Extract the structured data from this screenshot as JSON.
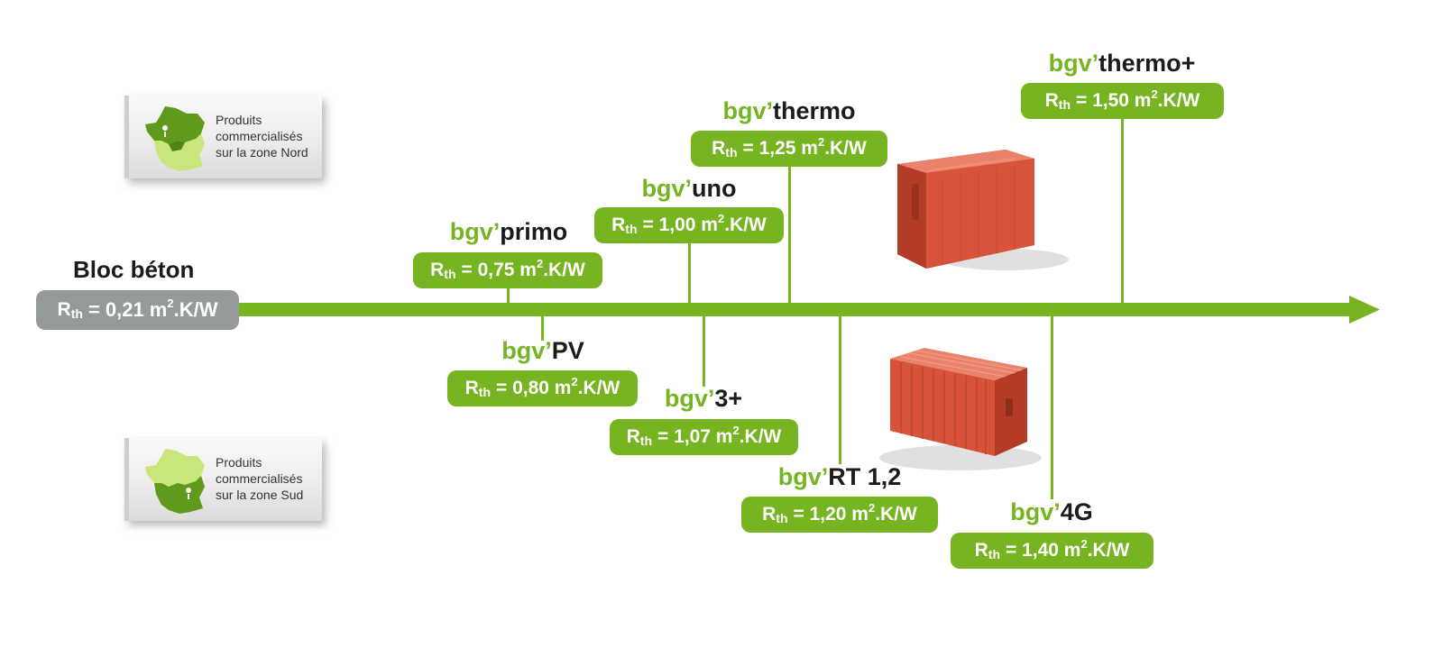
{
  "diagram": {
    "baseline": {
      "name": "Bloc béton",
      "r_symbol": "R",
      "r_subscript": "th",
      "value": "= 0,21 m",
      "unit_sup": "2",
      "unit_end": ".K/W"
    },
    "products_above": [
      {
        "brand": "bgv’",
        "model": "primo",
        "r_symbol": "R",
        "r_subscript": "th",
        "value": "= 0,75 m",
        "unit_sup": "2",
        "unit_end": ".K/W"
      },
      {
        "brand": "bgv’",
        "model": "uno",
        "r_symbol": "R",
        "r_subscript": "th",
        "value": "= 1,00 m",
        "unit_sup": "2",
        "unit_end": ".K/W"
      },
      {
        "brand": "bgv’",
        "model": "thermo",
        "r_symbol": "R",
        "r_subscript": "th",
        "value": "= 1,25 m",
        "unit_sup": "2",
        "unit_end": ".K/W"
      },
      {
        "brand": "bgv’",
        "model": "thermo+",
        "r_symbol": "R",
        "r_subscript": "th",
        "value": "= 1,50 m",
        "unit_sup": "2",
        "unit_end": ".K/W"
      }
    ],
    "products_below": [
      {
        "brand": "bgv’",
        "model": "PV",
        "r_symbol": "R",
        "r_subscript": "th",
        "value": "= 0,80 m",
        "unit_sup": "2",
        "unit_end": ".K/W"
      },
      {
        "brand": "bgv’",
        "model": "3+",
        "r_symbol": "R",
        "r_subscript": "th",
        "value": "= 1,07 m",
        "unit_sup": "2",
        "unit_end": ".K/W"
      },
      {
        "brand": "bgv’",
        "model": "RT 1,2",
        "r_symbol": "R",
        "r_subscript": "th",
        "value": "= 1,20 m",
        "unit_sup": "2",
        "unit_end": ".K/W"
      },
      {
        "brand": "bgv’",
        "model": "4G",
        "r_symbol": "R",
        "r_subscript": "th",
        "value": "= 1,40 m",
        "unit_sup": "2",
        "unit_end": ".K/W"
      }
    ],
    "zones": [
      {
        "line1": "Produits",
        "line2": "commercialisés",
        "line3": "sur la zone Nord"
      },
      {
        "line1": "Produits",
        "line2": "commercialisés",
        "line3": "sur la zone Sud"
      }
    ],
    "colors": {
      "accent_green": "#77b421",
      "baseline_grey": "#949b99",
      "brick": "#d9533a",
      "map_dark": "#5f9a1d",
      "map_light": "#c9e67c"
    }
  }
}
